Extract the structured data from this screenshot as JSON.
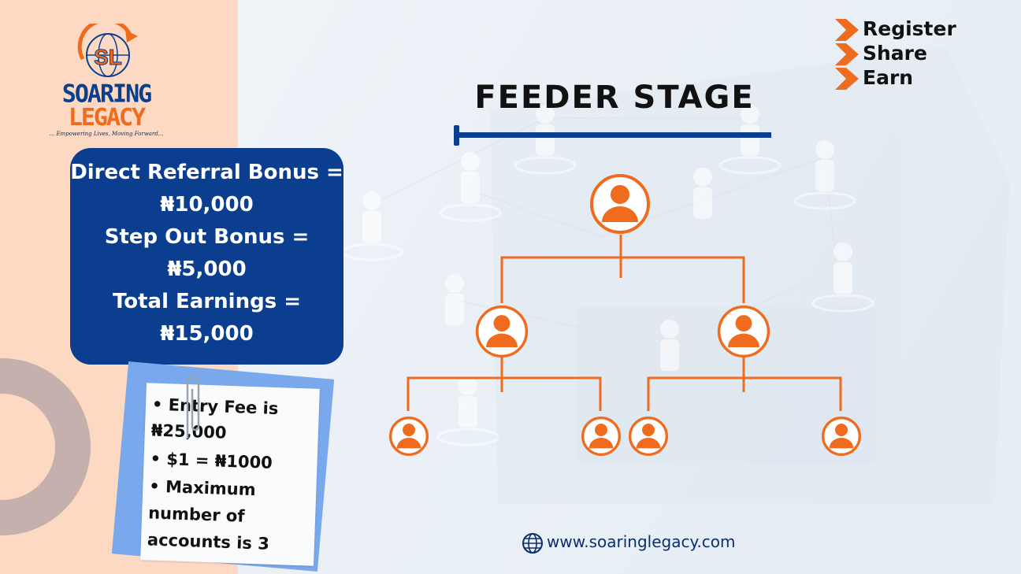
{
  "brand": {
    "logo_monogram": "SL",
    "logo_line1": "SOARING",
    "logo_line2": "LEGACY",
    "tagline": "... Empowering Lives, Moving Forward..."
  },
  "colors": {
    "navy": "#0b3e8f",
    "orange": "#ef6c1e",
    "peach": "#fdd9c3",
    "note_blue": "#79a8ec"
  },
  "bonus_card": {
    "lines": [
      "Direct Referral Bonus =",
      "₦10,000",
      "Step Out Bonus =",
      "₦5,000",
      "Total Earnings =",
      "₦15,000"
    ]
  },
  "note": {
    "lines": [
      "• Entry Fee is",
      "₦25,000",
      "• $1 = ₦1000",
      "• Maximum",
      "number of",
      "accounts is 3"
    ]
  },
  "title": "FEEDER STAGE",
  "actions": [
    "Register",
    "Share",
    "Earn"
  ],
  "icons": {
    "arrow": "chevron-arrow-icon",
    "user": "user-avatar-icon",
    "globe": "globe-icon",
    "clip": "paperclip-icon"
  },
  "website": "www.soaringlegacy.com"
}
